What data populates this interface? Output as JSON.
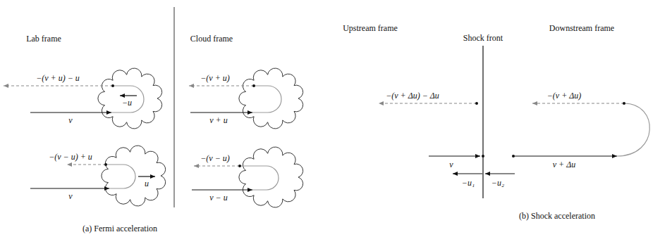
{
  "diagram": {
    "labels": [
      "Lab frame",
      "Cloud frame",
      "−(v + u) − u",
      "−u",
      "v",
      "−(v + u)",
      "v + u",
      "−(v − u) + u",
      "u",
      "v",
      "−(v − u)",
      "v − u",
      "(a) Fermi acceleration",
      "Upstream frame",
      "Downstream frame",
      "Shock front",
      "−(v + Δu) − Δu",
      "−(v + Δu)",
      "v",
      "v + Δu",
      "−u₁",
      "−u₂",
      "(b) Shock acceleration"
    ]
  }
}
